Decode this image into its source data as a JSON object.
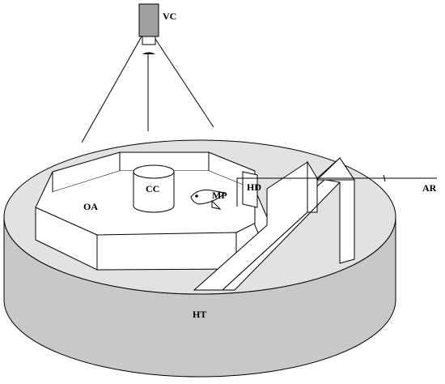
{
  "labels": {
    "vc": "VC",
    "oa": "OA",
    "cc": "CC",
    "mp": "MP",
    "hd": "HD",
    "ar": "AR",
    "ht": "HT"
  },
  "colors": {
    "tank_side": "#c8c8c8",
    "tank_top": "#e2e2e2",
    "camera_body": "#a0a0a0",
    "line": "#000000",
    "wall": "#ffffff"
  }
}
